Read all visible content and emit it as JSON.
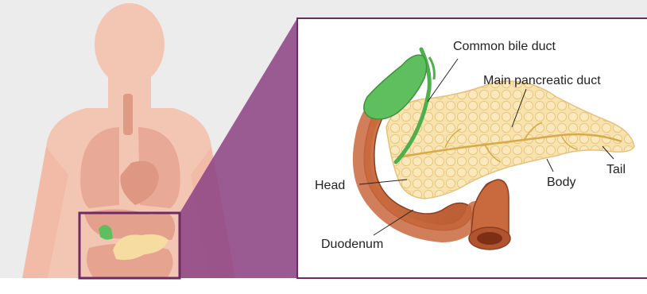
{
  "labels": {
    "common_bile_duct": "Common bile duct",
    "main_pancreatic_duct": "Main pancreatic duct",
    "head": "Head",
    "body": "Body",
    "tail": "Tail",
    "duodenum": "Duodenum"
  },
  "colors": {
    "background": "#ececec",
    "silhouette": "#f3c5b3",
    "organs": "#e8a996",
    "highlight_frame": "#6d2a63",
    "zoom_wedge": "#8e4585",
    "pancreas": "#f6dca0",
    "duodenum": "#c9693e",
    "gallbladder": "#5fbf5e"
  }
}
